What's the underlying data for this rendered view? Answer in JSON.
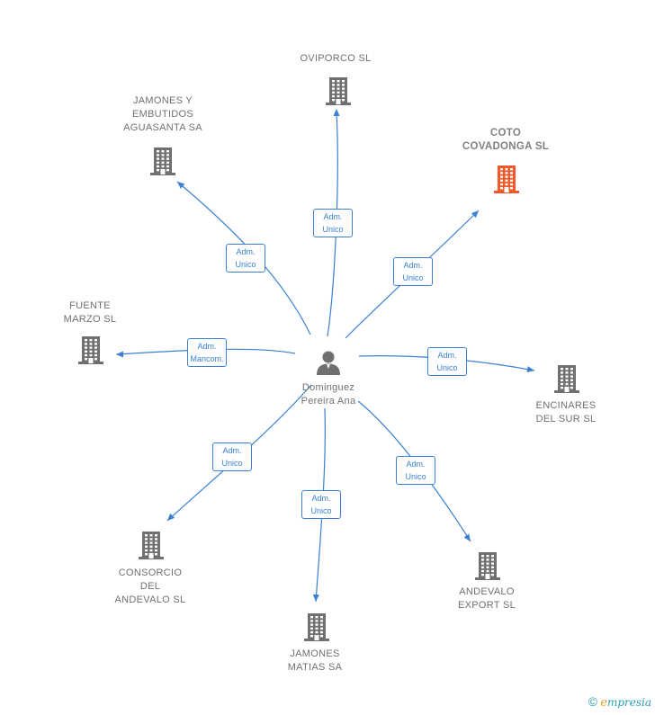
{
  "colors": {
    "edge": "#3b80d1",
    "building": "#707070",
    "highlight": "#f05a28",
    "text": "#707070"
  },
  "center": {
    "name": "Dominguez\nPereira Ana",
    "icon": "person-icon"
  },
  "nodes": [
    {
      "id": "oviporco",
      "name": "OVIPORCO SL",
      "role": "Adm.\nUnico",
      "highlight": false
    },
    {
      "id": "jamones_embutidos",
      "name": "JAMONES Y\nEMBUTIDOS\nAGUASANTA SA",
      "role": "Adm.\nUnico",
      "highlight": false
    },
    {
      "id": "coto",
      "name": "COTO\nCOVADONGA SL",
      "role": "Adm.\nUnico",
      "highlight": true
    },
    {
      "id": "fuente",
      "name": "FUENTE\nMARZO SL",
      "role": "Adm.\nMancom.",
      "highlight": false
    },
    {
      "id": "encinares",
      "name": "ENCINARES\nDEL SUR SL",
      "role": "Adm.\nUnico",
      "highlight": false
    },
    {
      "id": "consorcio",
      "name": "CONSORCIO\nDEL\nANDEVALO SL",
      "role": "Adm.\nUnico",
      "highlight": false
    },
    {
      "id": "jamones_matias",
      "name": "JAMONES\nMATIAS SA",
      "role": "Adm.\nUnico",
      "highlight": false
    },
    {
      "id": "andevalo_export",
      "name": "ANDEVALO\nEXPORT SL",
      "role": "Adm.\nUnico",
      "highlight": false
    }
  ],
  "brand": {
    "copyright": "©",
    "e": "e",
    "rest": "mpresia"
  }
}
